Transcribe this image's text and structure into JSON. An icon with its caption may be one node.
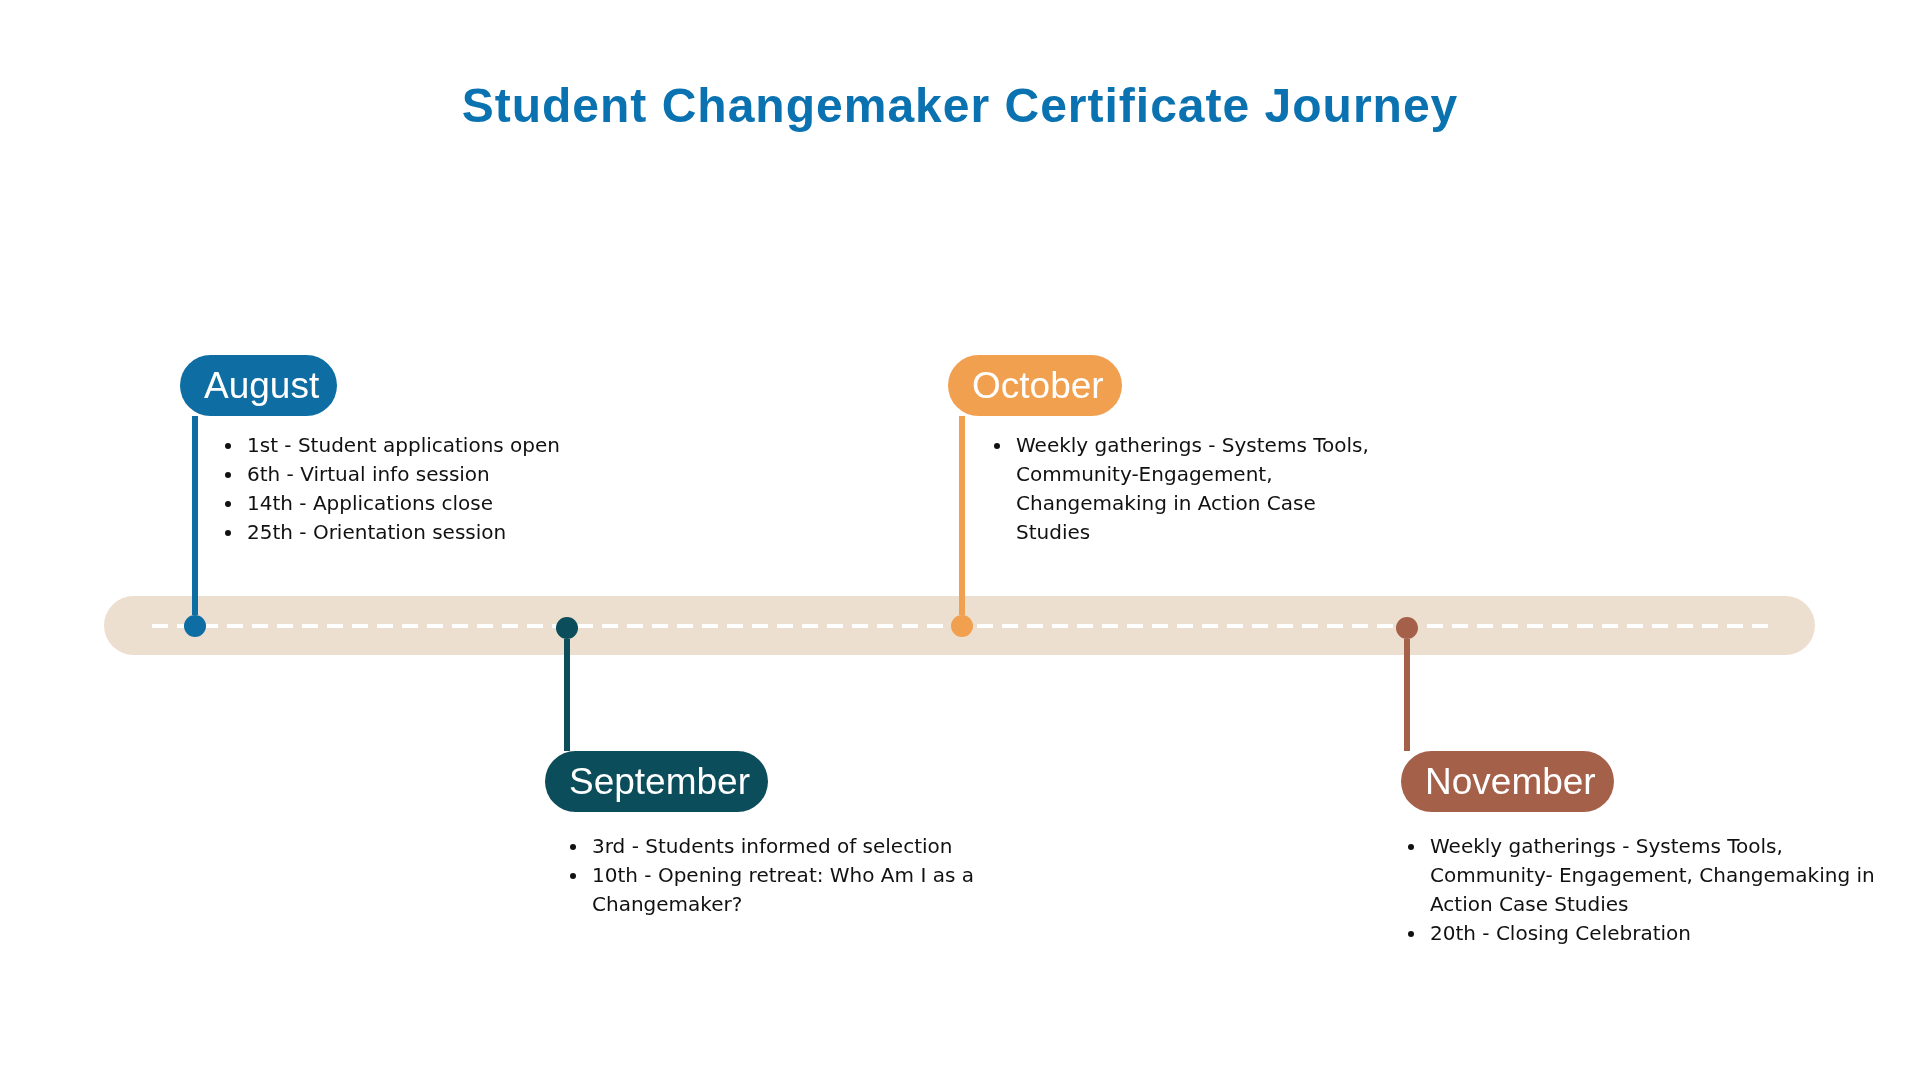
{
  "diagram": {
    "title": "Student Changemaker Certificate Journey",
    "nodes": [
      {
        "text": [
          "August"
        ],
        "beside": [
          "1st - Student applications open",
          "6th - Virtual info session",
          "14th - Applications close",
          "25th -  Orientation session"
        ]
      },
      {
        "text": [
          "September"
        ],
        "beside": [
          "3rd - Students informed of selection",
          "10th - Opening retreat: Who Am I as a Changemaker?"
        ]
      },
      {
        "text": [
          "October"
        ],
        "beside": [
          "Weekly gatherings - Systems Tools, Community-Engagement, Changemaking in Action Case Studies"
        ]
      },
      {
        "text": [
          "November"
        ],
        "beside": [
          "Weekly gatherings - Systems Tools, Community- Engagement, Changemaking in Action Case Studies",
          "20th - Closing Celebration"
        ]
      },
      {
        "text": [],
        "shape": "circle"
      },
      {
        "text": [],
        "shape": "circle"
      },
      {
        "text": [],
        "shape": "circle"
      },
      {
        "text": [],
        "shape": "circle"
      }
    ],
    "edges": [
      {
        "from": 0,
        "to": 4,
        "arrow": "none",
        "color": "#0e6ea3"
      },
      {
        "from": 1,
        "to": 5,
        "arrow": "none",
        "color": "#0b4d5a"
      },
      {
        "from": 2,
        "to": 6,
        "arrow": "none",
        "color": "#f0a04f"
      },
      {
        "from": 3,
        "to": 7,
        "arrow": "none",
        "color": "#a5604a"
      }
    ]
  }
}
